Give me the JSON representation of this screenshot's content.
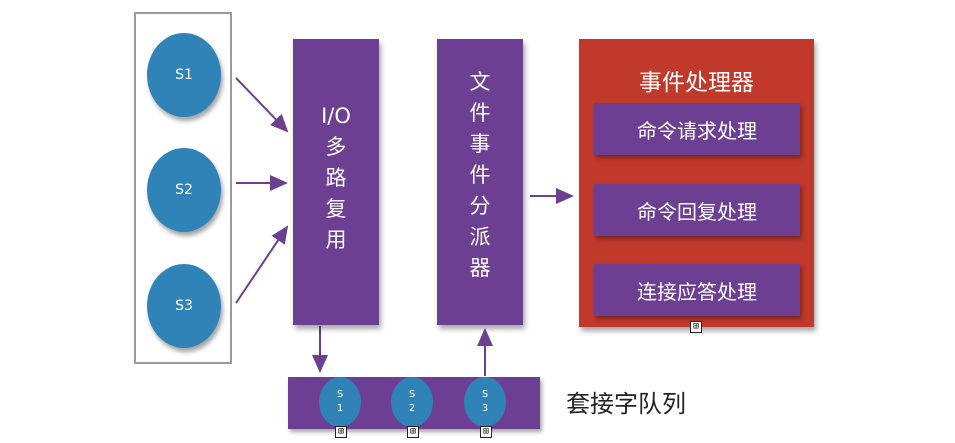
{
  "clients": [
    {
      "label": "S1"
    },
    {
      "label": "S2"
    },
    {
      "label": "S3"
    }
  ],
  "io_multiplexer": {
    "chars": [
      "I/O",
      "多",
      "路",
      "复",
      "用"
    ]
  },
  "file_event_dispatcher": {
    "chars": [
      "文",
      "件",
      "事",
      "件",
      "分",
      "派",
      "器"
    ]
  },
  "event_handlers": {
    "title": "事件处理器",
    "items": [
      "命令请求处理",
      "命令回复处理",
      "连接应答处理"
    ]
  },
  "socket_queue": {
    "label": "套接字队列",
    "slots": [
      {
        "top": "S",
        "bottom": "1"
      },
      {
        "top": "S",
        "bottom": "2"
      },
      {
        "top": "S",
        "bottom": "3"
      }
    ]
  },
  "colors": {
    "purple": "#6d3f93",
    "blue": "#2f83b7",
    "red": "#c0392b"
  },
  "icons": {
    "expand": "⊞"
  }
}
